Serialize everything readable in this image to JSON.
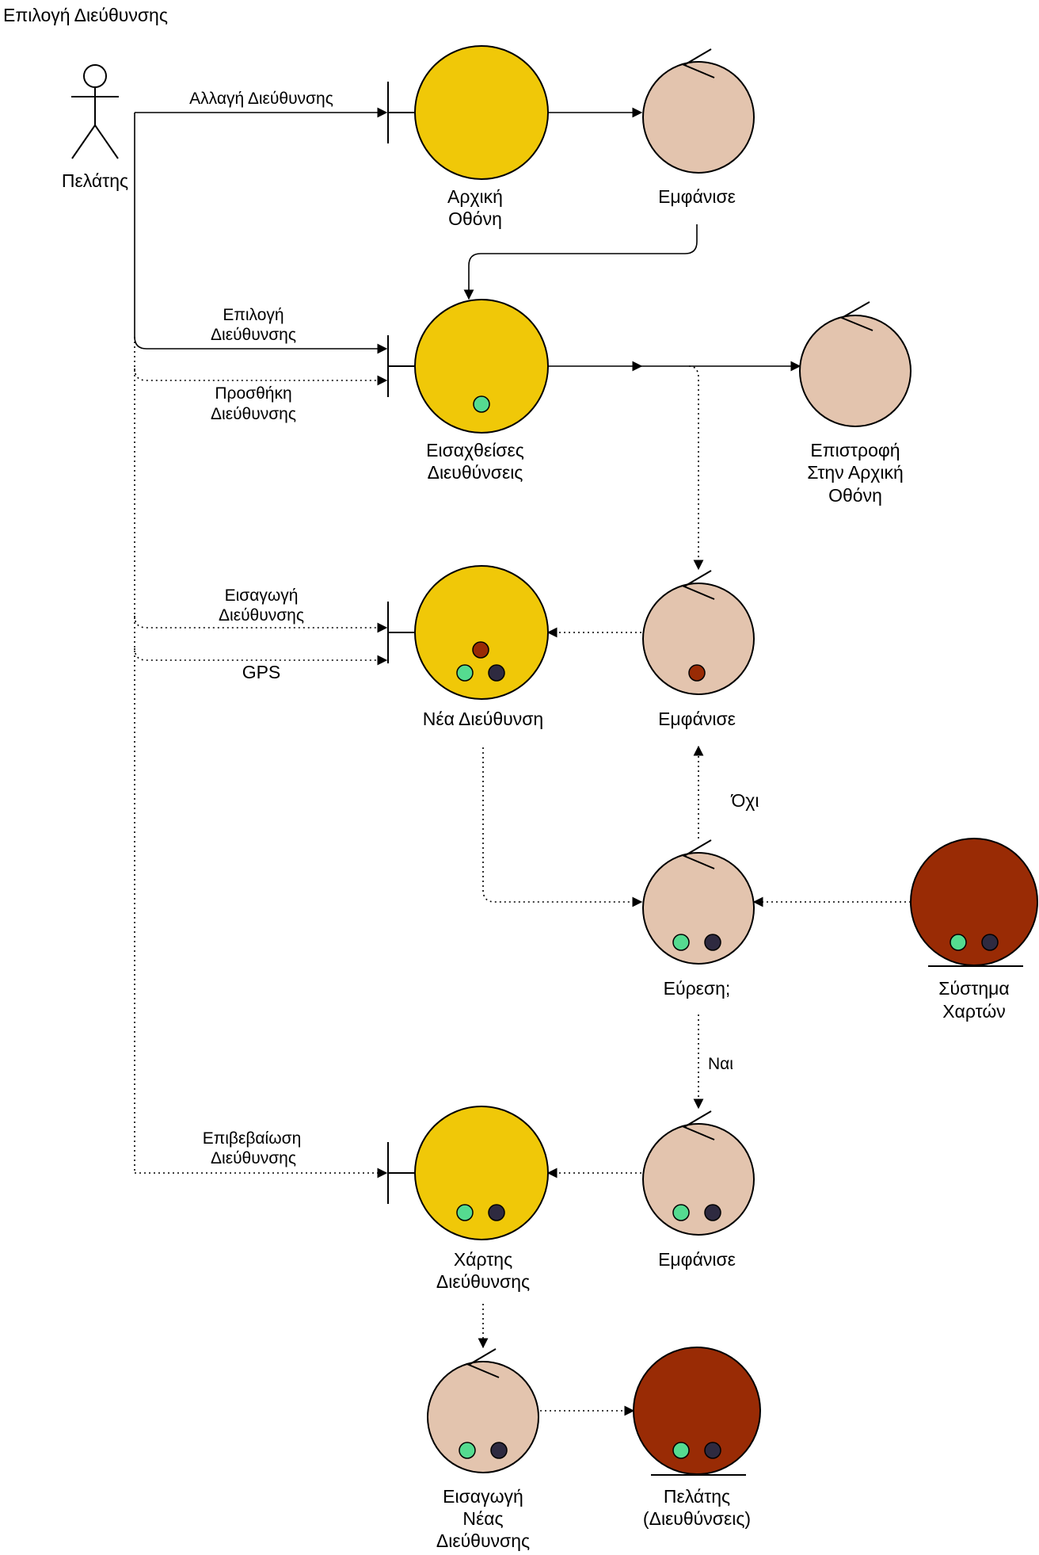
{
  "title": "Επιλογή Διεύθυνσης",
  "actor": {
    "label": "Πελάτης"
  },
  "colors": {
    "boundary": "#F0C808",
    "control": "#E3C4AE",
    "entity": "#992B05",
    "green_dot": "#55DB90",
    "dark_dot": "#2E2A40",
    "red_dot": "#992B05"
  },
  "nodes": {
    "initial_screen": [
      "Αρχική",
      "Οθόνη"
    ],
    "show_1": [
      "Εμφάνισε"
    ],
    "entered_addresses": [
      "Εισαχθείσες",
      "Διευθύνσεις"
    ],
    "return_home": [
      "Επιστροφή",
      "Στην Αρχική",
      "Οθόνη"
    ],
    "new_address": [
      "Νέα Διεύθυνση"
    ],
    "show_2": [
      "Εμφάνισε"
    ],
    "find": [
      "Εύρεση;"
    ],
    "map_system": [
      "Σύστημα",
      "Χαρτών"
    ],
    "address_map": [
      "Χάρτης",
      "Διεύθυνσης"
    ],
    "show_3": [
      "Εμφάνισε"
    ],
    "insert_new_address": [
      "Εισαγωγή",
      "Νέας",
      "Διεύθυνσης"
    ],
    "customer_addresses": [
      "Πελάτης",
      "(Διευθύνσεις)"
    ]
  },
  "edges": {
    "change_address": [
      "Αλλαγή Διεύθυνσης"
    ],
    "select_address": [
      "Επιλογή",
      "Διεύθυνσης"
    ],
    "add_address": [
      "Προσθήκη",
      "Διεύθυνσης"
    ],
    "insert_address": [
      "Εισαγωγή",
      "Διεύθυνσης"
    ],
    "gps": [
      "GPS"
    ],
    "confirm_address": [
      "Επιβεβαίωση",
      "Διεύθυνσης"
    ],
    "no": [
      "Όχι"
    ],
    "yes": [
      "Ναι"
    ]
  }
}
